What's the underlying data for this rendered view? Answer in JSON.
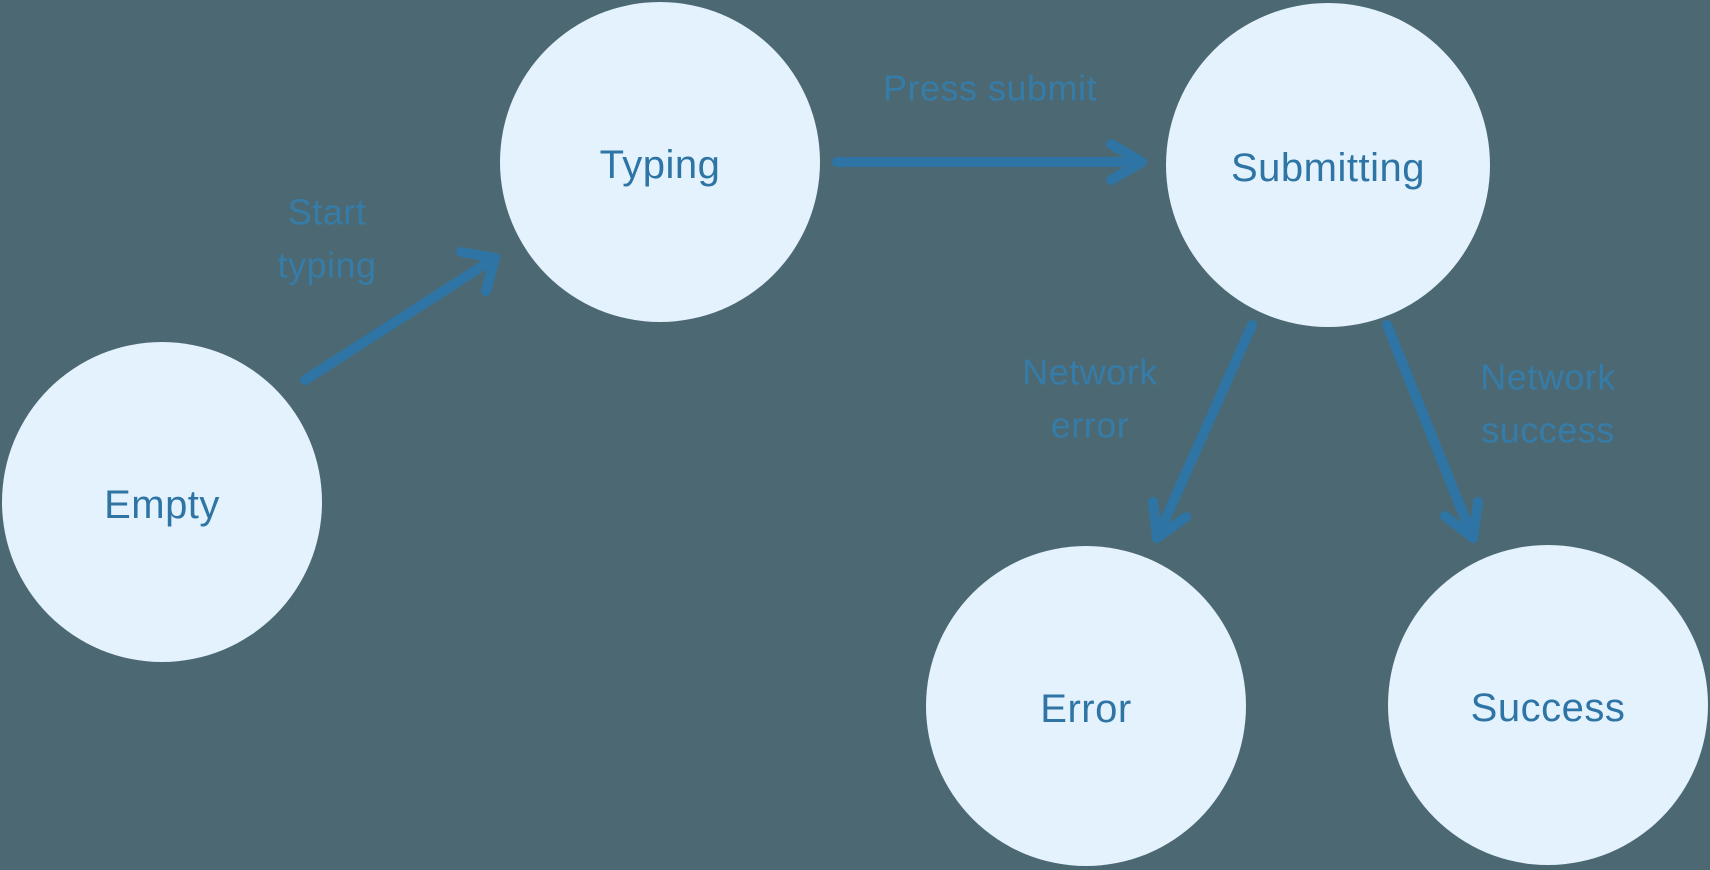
{
  "diagram": {
    "type": "state-machine",
    "colors": {
      "background": "#4c6872",
      "node_fill": "#e3f2fd",
      "node_text": "#2e74a4",
      "arrow": "#2e75a6",
      "edge_label": "#3181b4"
    },
    "nodes": {
      "empty": {
        "label": "Empty"
      },
      "typing": {
        "label": "Typing"
      },
      "submitting": {
        "label": "Submitting"
      },
      "error": {
        "label": "Error"
      },
      "success": {
        "label": "Success"
      }
    },
    "edges": {
      "start_typing": {
        "from": "Empty",
        "to": "Typing",
        "label": "Start typing",
        "line1": "Start",
        "line2": "typing"
      },
      "press_submit": {
        "from": "Typing",
        "to": "Submitting",
        "label": "Press submit",
        "line1": "Press submit",
        "line2": ""
      },
      "network_error": {
        "from": "Submitting",
        "to": "Error",
        "label": "Network error",
        "line1": "Network",
        "line2": "error"
      },
      "network_success": {
        "from": "Submitting",
        "to": "Success",
        "label": "Network success",
        "line1": "Network",
        "line2": "success"
      }
    }
  }
}
